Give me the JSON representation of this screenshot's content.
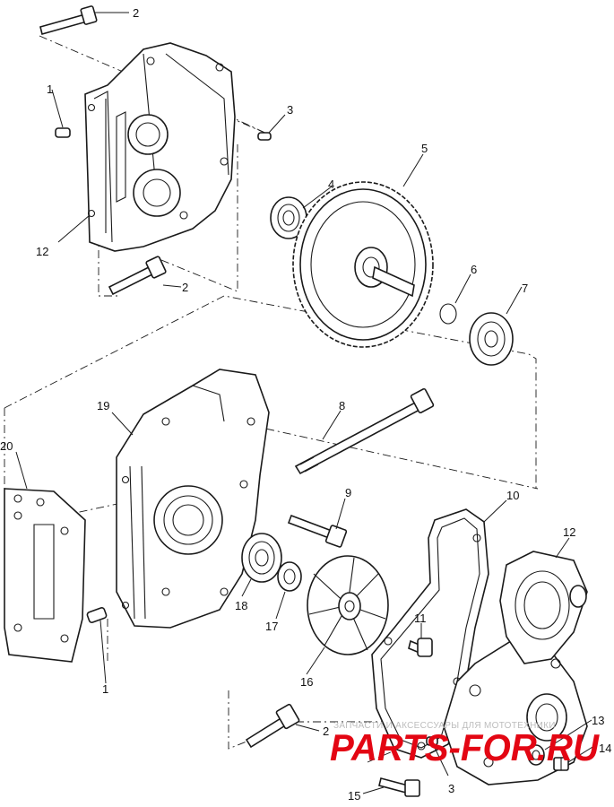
{
  "labels": {
    "l1a": "1",
    "l1b": "1",
    "l2a": "2",
    "l2b": "2",
    "l2c": "2",
    "l3a": "3",
    "l3b": "3",
    "l4": "4",
    "l5": "5",
    "l6": "6",
    "l7": "7",
    "l8": "8",
    "l9": "9",
    "l10": "10",
    "l11": "11",
    "l12a": "12",
    "l12b": "12",
    "l13": "13",
    "l14": "14",
    "l15": "15",
    "l16": "16",
    "l17": "17",
    "l18": "18",
    "l19": "19",
    "l20": "20"
  },
  "watermark": {
    "caption": "ЗАПЧАСТИ И АКСЕССУАРЫ ДЛЯ МОТОТЕХНИКИ",
    "brand": "PARTS-FOR.RU"
  }
}
